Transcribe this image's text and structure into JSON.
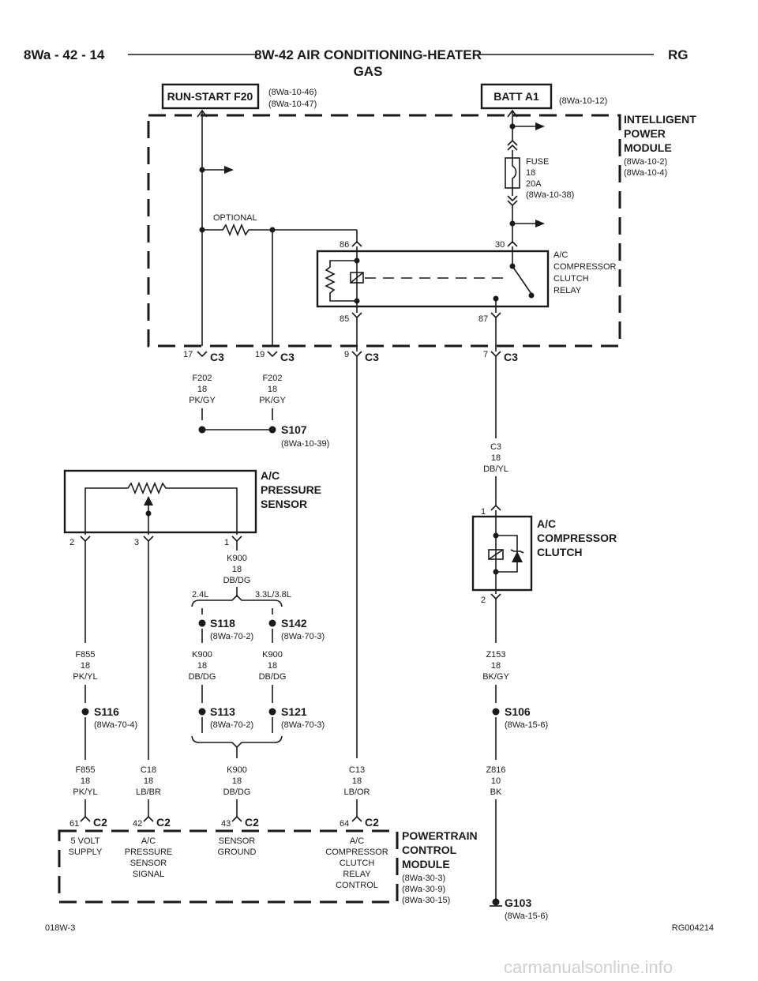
{
  "header": {
    "left": "8Wa - 42 - 14",
    "title1": "8W-42 AIR CONDITIONING-HEATER",
    "title2": "GAS",
    "right": "RG"
  },
  "sources": {
    "run_start": "RUN-START F20",
    "run_start_ref1": "(8Wa-10-46)",
    "run_start_ref2": "(8Wa-10-47)",
    "batt": "BATT A1",
    "batt_ref": "(8Wa-10-12)"
  },
  "ipm": {
    "name1": "INTELLIGENT",
    "name2": "POWER",
    "name3": "MODULE",
    "ref1": "(8Wa-10-2)",
    "ref2": "(8Wa-10-4)",
    "fuse1": "FUSE",
    "fuse2": "18",
    "fuse3": "20A",
    "fuse4": "(8Wa-10-38)",
    "optional": "OPTIONAL",
    "relay1": "A/C",
    "relay2": "COMPRESSOR",
    "relay3": "CLUTCH",
    "relay4": "RELAY",
    "pin86": "86",
    "pin30": "30",
    "pin85": "85",
    "pin87": "87"
  },
  "c3": {
    "name": "C3",
    "p17": "17",
    "p19": "19",
    "p9": "9",
    "p7": "7"
  },
  "wires": {
    "f202": "F202",
    "g18": "18",
    "pkgy": "PK/GY",
    "c3w": "C3",
    "dbyl": "DB/YL",
    "k900": "K900",
    "dbdg": "DB/DG",
    "f855": "F855",
    "pkyl": "PK/YL",
    "c18": "C18",
    "lbbr": "LB/BR",
    "c13": "C13",
    "lbor": "LB/OR",
    "z153": "Z153",
    "bkgy": "BK/GY",
    "z816": "Z816",
    "g10": "10",
    "bk": "BK"
  },
  "splices": {
    "s107": "S107",
    "s107_ref": "(8Wa-10-39)",
    "s118": "S118",
    "s118_ref": "(8Wa-70-2)",
    "s142": "S142",
    "s142_ref": "(8Wa-70-3)",
    "s116": "S116",
    "s116_ref": "(8Wa-70-4)",
    "s113": "S113",
    "s113_ref": "(8Wa-70-2)",
    "s121": "S121",
    "s121_ref": "(8Wa-70-3)",
    "s106": "S106",
    "s106_ref": "(8Wa-15-6)"
  },
  "pressure_sensor": {
    "name1": "A/C",
    "name2": "PRESSURE",
    "name3": "SENSOR",
    "p2": "2",
    "p3": "3",
    "p1": "1"
  },
  "options": {
    "l24": "2.4L",
    "l3338": "3.3L/3.8L"
  },
  "clutch": {
    "name1": "A/C",
    "name2": "COMPRESSOR",
    "name3": "CLUTCH",
    "p1": "1",
    "p2": "2"
  },
  "c2": {
    "name": "C2",
    "p61": "61",
    "p42": "42",
    "p43": "43",
    "p64": "64"
  },
  "pcm": {
    "name1": "POWERTRAIN",
    "name2": "CONTROL",
    "name3": "MODULE",
    "ref1": "(8Wa-30-3)",
    "ref2": "(8Wa-30-9)",
    "ref3": "(8Wa-30-15)",
    "f61a": "5 VOLT",
    "f61b": "SUPPLY",
    "f42a": "A/C",
    "f42b": "PRESSURE",
    "f42c": "SENSOR",
    "f42d": "SIGNAL",
    "f43a": "SENSOR",
    "f43b": "GROUND",
    "f64a": "A/C",
    "f64b": "COMPRESSOR",
    "f64c": "CLUTCH",
    "f64d": "RELAY",
    "f64e": "CONTROL"
  },
  "ground": {
    "g103": "G103",
    "ref": "(8Wa-15-6)"
  },
  "footer": {
    "left": "018W-3",
    "right": "RG004214",
    "watermark": "carmanualsonline.info"
  }
}
